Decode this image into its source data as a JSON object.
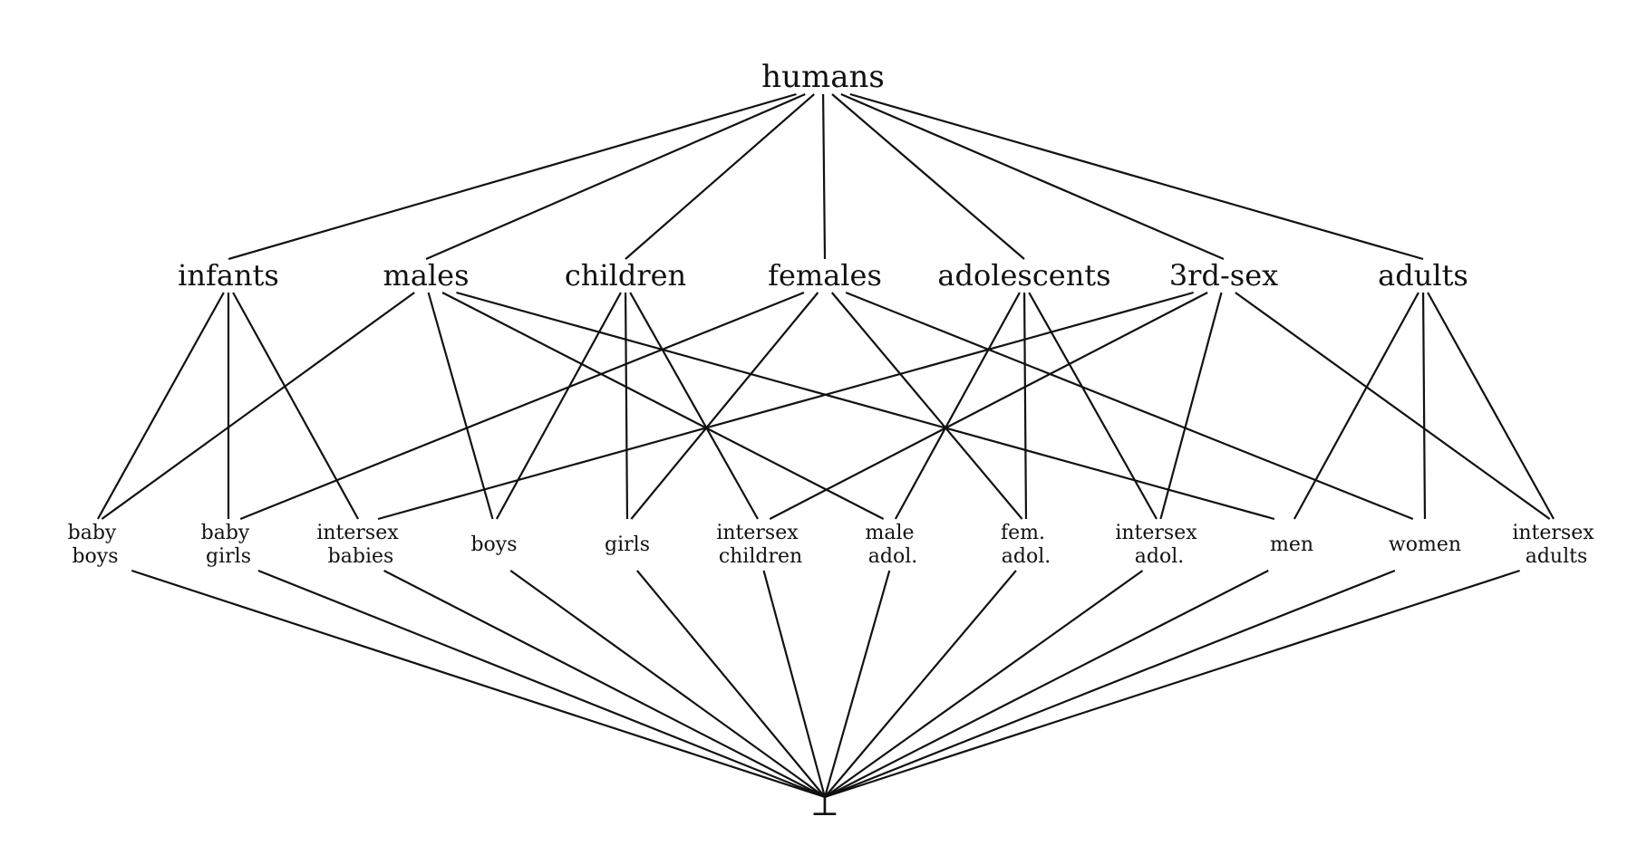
{
  "diagram": {
    "top": {
      "id": "humans",
      "label": "humans"
    },
    "middle": [
      {
        "id": "infants",
        "label": "infants"
      },
      {
        "id": "males",
        "label": "males"
      },
      {
        "id": "children",
        "label": "children"
      },
      {
        "id": "females",
        "label": "females"
      },
      {
        "id": "adolescents",
        "label": "adolescents"
      },
      {
        "id": "3rd-sex",
        "label": "3rd-sex"
      },
      {
        "id": "adults",
        "label": "adults"
      }
    ],
    "leaves": [
      {
        "id": "baby-boys",
        "lines": [
          "baby",
          "boys"
        ]
      },
      {
        "id": "baby-girls",
        "lines": [
          "baby",
          "girls"
        ]
      },
      {
        "id": "intersex-babies",
        "lines": [
          "intersex",
          "babies"
        ]
      },
      {
        "id": "boys",
        "lines": [
          "boys"
        ]
      },
      {
        "id": "girls",
        "lines": [
          "girls"
        ]
      },
      {
        "id": "intersex-children",
        "lines": [
          "intersex",
          "children"
        ]
      },
      {
        "id": "male-adol",
        "lines": [
          "male",
          "adol."
        ]
      },
      {
        "id": "fem-adol",
        "lines": [
          "fem.",
          "adol."
        ]
      },
      {
        "id": "intersex-adol",
        "lines": [
          "intersex",
          "adol."
        ]
      },
      {
        "id": "men",
        "lines": [
          "men"
        ]
      },
      {
        "id": "women",
        "lines": [
          "women"
        ]
      },
      {
        "id": "intersex-adults",
        "lines": [
          "intersex",
          "adults"
        ]
      }
    ],
    "bottom": {
      "id": "bottom",
      "label": "⊥"
    },
    "edges_top_middle": [
      [
        "humans",
        "infants"
      ],
      [
        "humans",
        "males"
      ],
      [
        "humans",
        "children"
      ],
      [
        "humans",
        "females"
      ],
      [
        "humans",
        "adolescents"
      ],
      [
        "humans",
        "3rd-sex"
      ],
      [
        "humans",
        "adults"
      ]
    ],
    "edges_middle_leaf": [
      [
        "infants",
        "baby-boys"
      ],
      [
        "infants",
        "baby-girls"
      ],
      [
        "infants",
        "intersex-babies"
      ],
      [
        "males",
        "baby-boys"
      ],
      [
        "males",
        "boys"
      ],
      [
        "males",
        "male-adol"
      ],
      [
        "males",
        "men"
      ],
      [
        "children",
        "boys"
      ],
      [
        "children",
        "girls"
      ],
      [
        "children",
        "intersex-children"
      ],
      [
        "females",
        "baby-girls"
      ],
      [
        "females",
        "girls"
      ],
      [
        "females",
        "fem-adol"
      ],
      [
        "females",
        "women"
      ],
      [
        "adolescents",
        "male-adol"
      ],
      [
        "adolescents",
        "fem-adol"
      ],
      [
        "adolescents",
        "intersex-adol"
      ],
      [
        "3rd-sex",
        "intersex-babies"
      ],
      [
        "3rd-sex",
        "intersex-children"
      ],
      [
        "3rd-sex",
        "intersex-adol"
      ],
      [
        "3rd-sex",
        "intersex-adults"
      ],
      [
        "adults",
        "men"
      ],
      [
        "adults",
        "women"
      ],
      [
        "adults",
        "intersex-adults"
      ]
    ],
    "edges_leaf_bottom": [
      [
        "baby-boys",
        "bottom"
      ],
      [
        "baby-girls",
        "bottom"
      ],
      [
        "intersex-babies",
        "bottom"
      ],
      [
        "boys",
        "bottom"
      ],
      [
        "girls",
        "bottom"
      ],
      [
        "intersex-children",
        "bottom"
      ],
      [
        "male-adol",
        "bottom"
      ],
      [
        "fem-adol",
        "bottom"
      ],
      [
        "intersex-adol",
        "bottom"
      ],
      [
        "men",
        "bottom"
      ],
      [
        "women",
        "bottom"
      ],
      [
        "intersex-adults",
        "bottom"
      ]
    ]
  }
}
